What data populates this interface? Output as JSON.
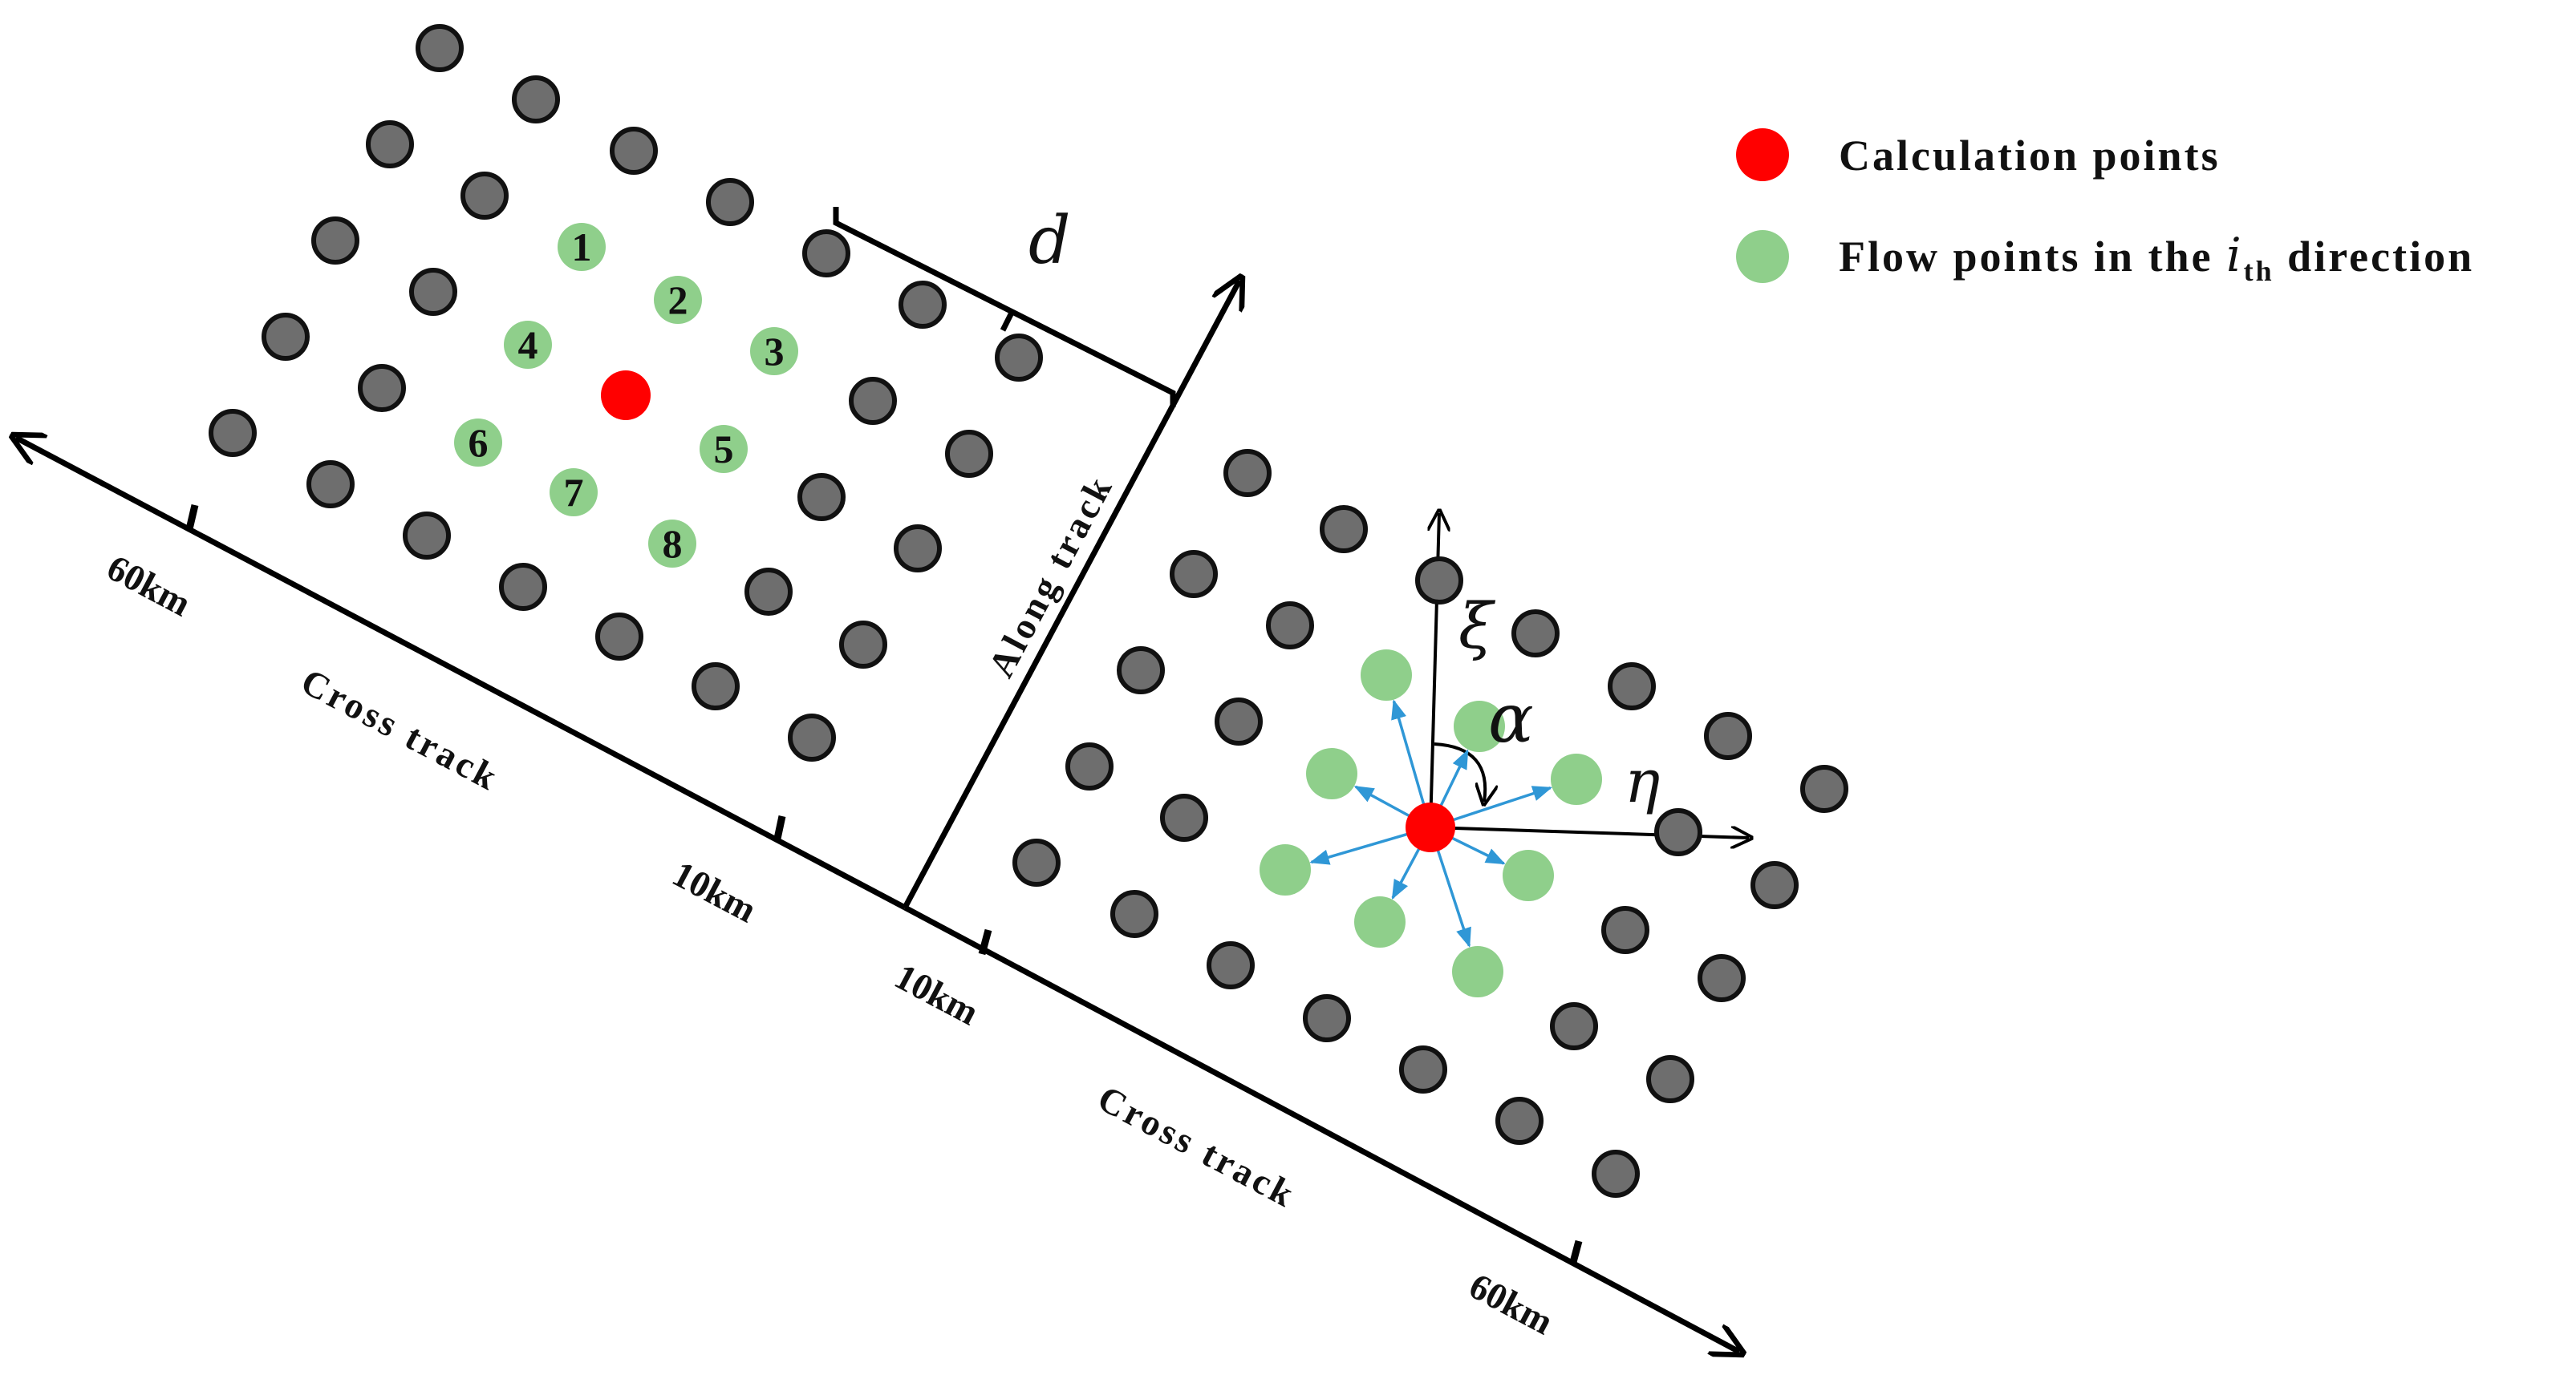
{
  "legend": {
    "calc_label": "Calculation points",
    "flow_label_prefix": "Flow points in the ",
    "flow_label_i": "i",
    "flow_label_sub": "th",
    "flow_label_suffix": " direction"
  },
  "colors": {
    "calculation_point": "#ff0000",
    "flow_point": "#8fcf8b",
    "grid_point": "#6e6e6e",
    "flow_arrow": "#2f97d6"
  },
  "left_panel": {
    "km_far": "60km",
    "km_near": "10km",
    "cross_track": "Cross track",
    "along_track": "Along track",
    "spacing_symbol": "d",
    "flow_numbers": [
      "1",
      "2",
      "3",
      "4",
      "5",
      "6",
      "7",
      "8"
    ]
  },
  "right_panel": {
    "km_near": "10km",
    "km_far": "60km",
    "cross_track": "Cross track",
    "xi": "ξ",
    "eta": "η",
    "alpha": "α"
  }
}
